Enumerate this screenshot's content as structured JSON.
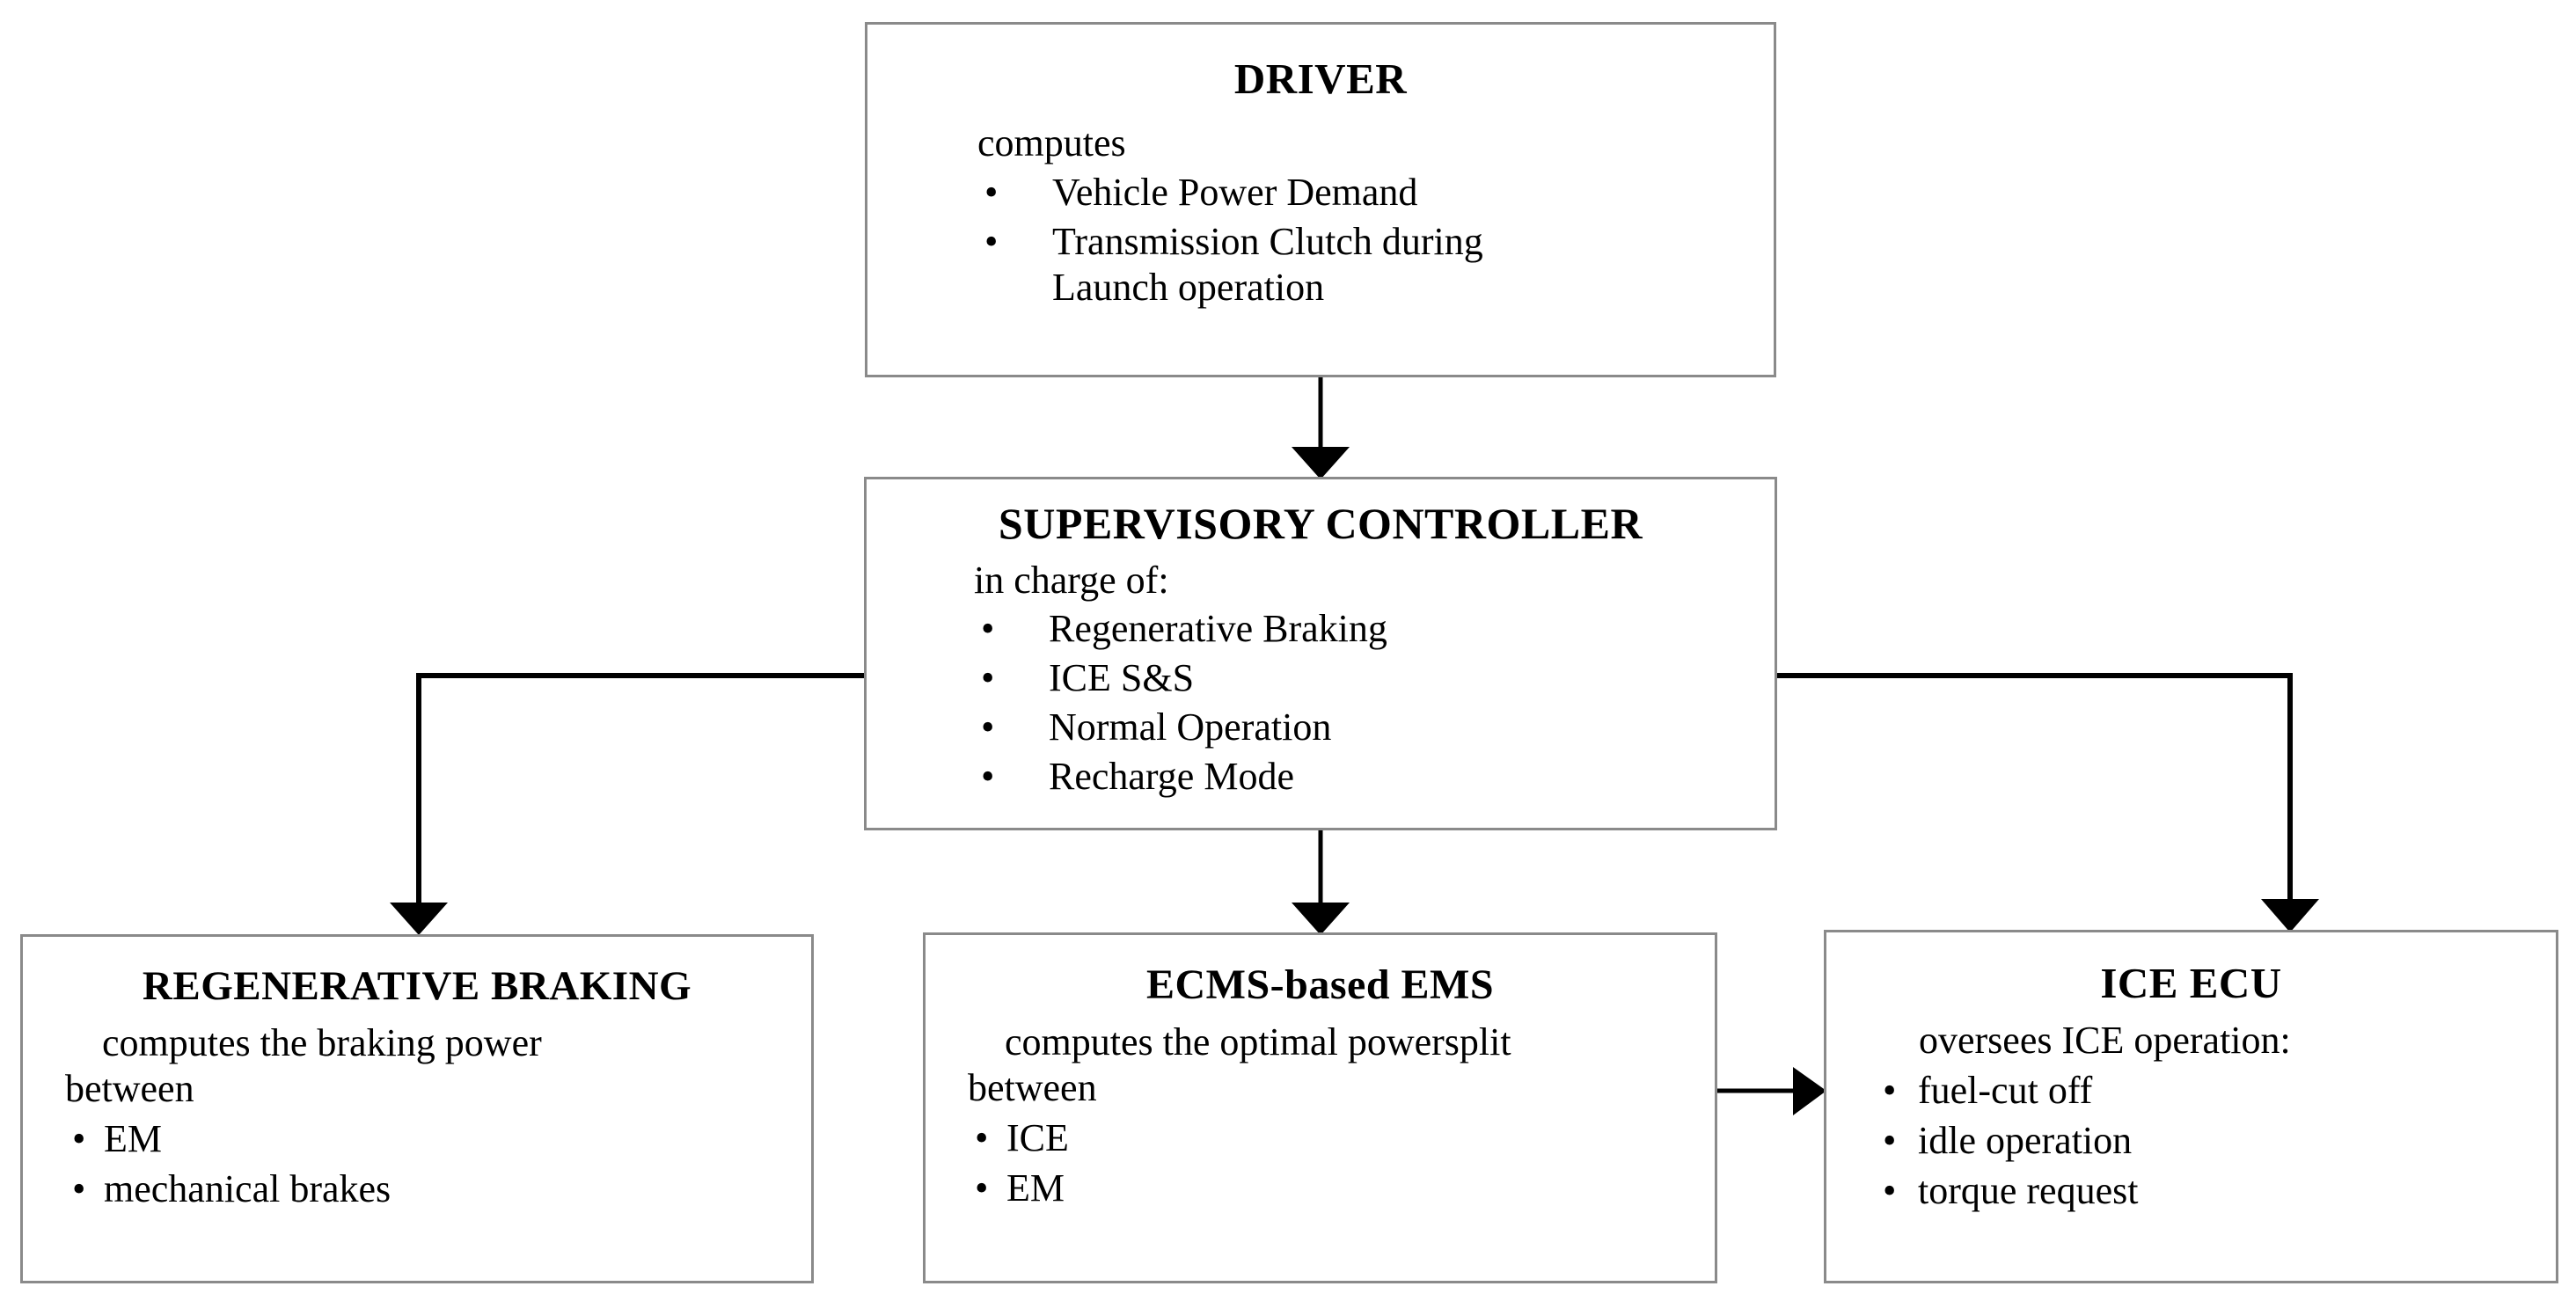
{
  "diagram": {
    "title": "Hybrid vehicle control architecture flowchart",
    "line_color": "#8a8a8a",
    "arrow_color": "#000000",
    "background": "#ffffff"
  },
  "nodes": {
    "driver": {
      "title": "DRIVER",
      "lead": "computes",
      "bullets": [
        "Vehicle Power Demand",
        "Transmission Clutch during",
        "Launch operation"
      ]
    },
    "supervisory": {
      "title": "SUPERVISORY CONTROLLER",
      "lead": "in charge of:",
      "bullets": [
        "Regenerative Braking",
        "ICE S&S",
        "Normal Operation",
        "Recharge Mode"
      ]
    },
    "regen": {
      "title": "REGENERATIVE BRAKING",
      "lead": "computes the braking power",
      "lead2": "between",
      "bullets": [
        "EM",
        "mechanical brakes"
      ]
    },
    "ecms": {
      "title": "ECMS-based EMS",
      "lead": "computes the optimal powersplit",
      "lead2": "between",
      "bullets": [
        "ICE",
        "EM"
      ]
    },
    "iceecu": {
      "title": "ICE ECU",
      "lead": "oversees ICE operation:",
      "bullets": [
        "fuel-cut off",
        "idle operation",
        "torque request"
      ]
    }
  },
  "edges": [
    {
      "name": "driver-to-supervisory",
      "from": "driver",
      "to": "supervisory",
      "style": "vertical-arrow"
    },
    {
      "name": "supervisory-to-regen",
      "from": "supervisory",
      "to": "regen",
      "style": "elbow-left-down-arrow"
    },
    {
      "name": "supervisory-to-ecms",
      "from": "supervisory",
      "to": "ecms",
      "style": "vertical-arrow"
    },
    {
      "name": "supervisory-to-iceecu",
      "from": "supervisory",
      "to": "iceecu",
      "style": "elbow-right-down-arrow"
    },
    {
      "name": "ecms-to-iceecu",
      "from": "ecms",
      "to": "iceecu",
      "style": "horizontal-arrow"
    }
  ]
}
